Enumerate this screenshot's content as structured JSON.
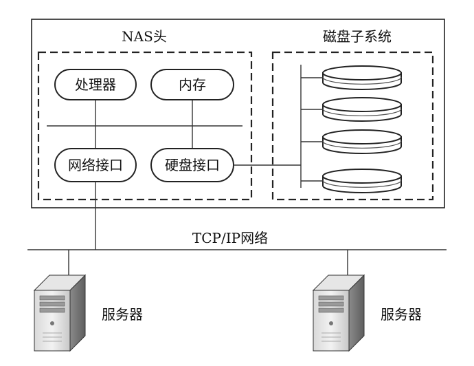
{
  "nas_head": {
    "title": "NAS头"
  },
  "disk_subsystem": {
    "title": "磁盘子系统"
  },
  "components": {
    "processor": "处理器",
    "memory": "内存",
    "network_interface": "网络接口",
    "disk_interface": "硬盘接口"
  },
  "network": {
    "label": "TCP/IP网络"
  },
  "servers": [
    {
      "label": "服务器"
    },
    {
      "label": "服务器"
    }
  ],
  "disks": {
    "count": 4
  }
}
